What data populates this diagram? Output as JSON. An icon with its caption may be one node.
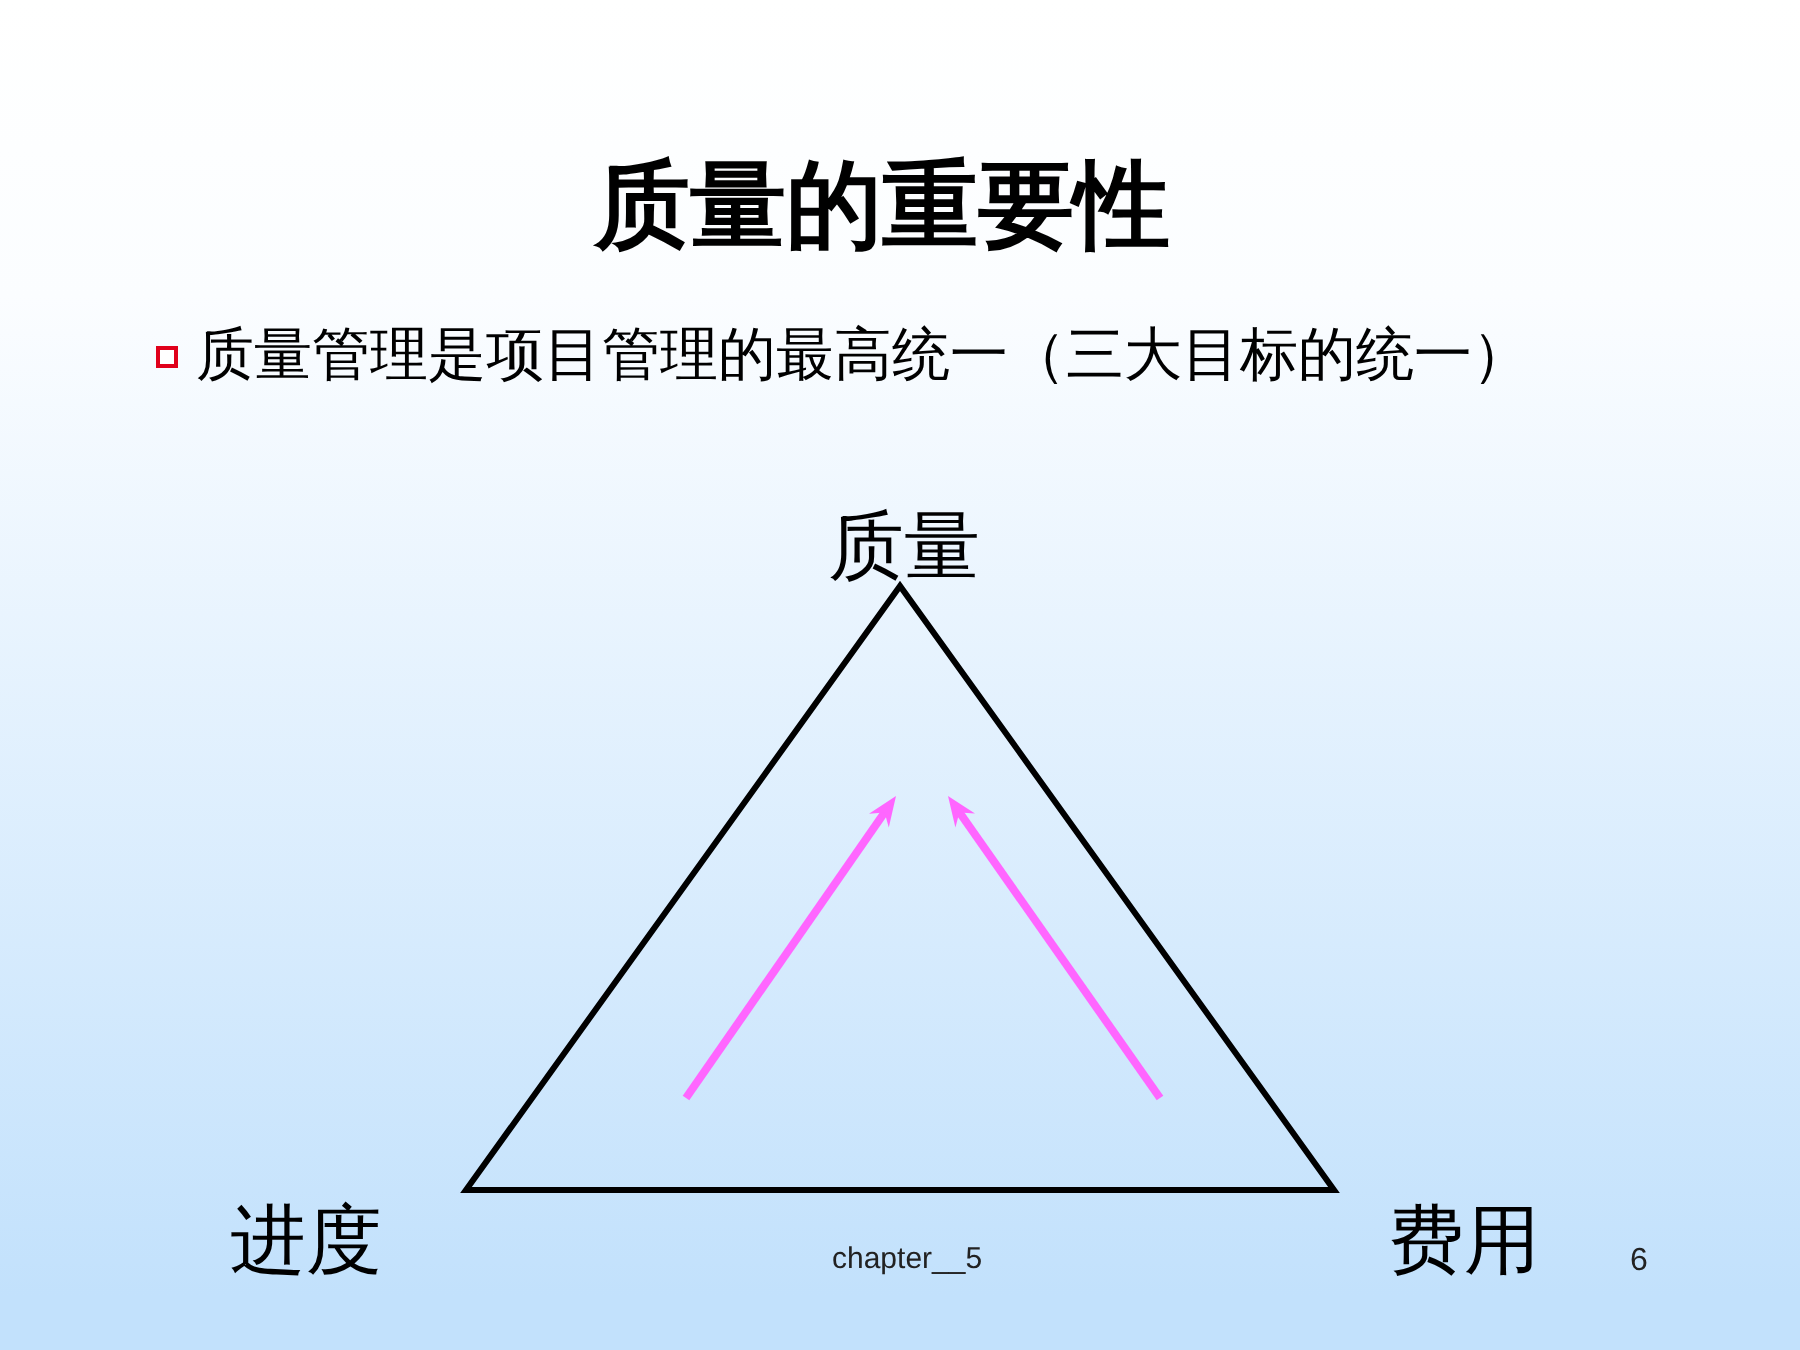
{
  "diagram": {
    "title": "质量的重要性",
    "nodes": [
      {
        "text": [],
        "shape": "triangle",
        "beside": [
          "质量",
          "进度",
          "费用"
        ]
      }
    ],
    "labels": [
      "质量管理是项目管理的最高统一（三大目标的统一）",
      "chapter__5",
      "6"
    ]
  }
}
